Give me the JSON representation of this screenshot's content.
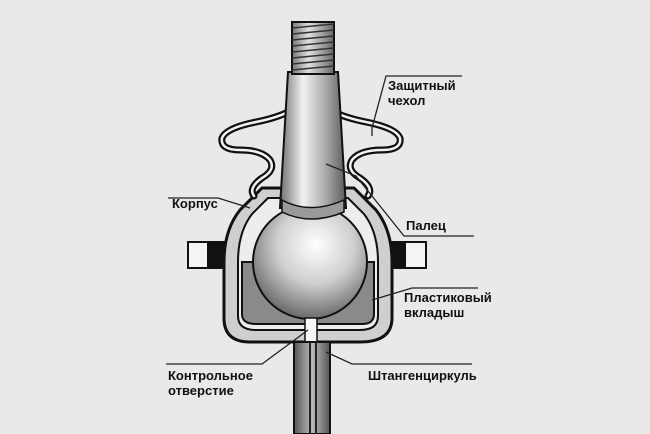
{
  "labels": {
    "boot_line1": "Защитный",
    "boot_line2": "чехол",
    "housing": "Корпус",
    "pin": "Палец",
    "liner_line1": "Пластиковый",
    "liner_line2": "вкладыш",
    "control_hole_line1": "Контрольное",
    "control_hole_line2": "отверстие",
    "caliper": "Штангенциркуль"
  },
  "colors": {
    "background": "#e9e9e9",
    "outline": "#111111",
    "housing_fill": "#cfcfcf",
    "liner_fill": "#8a8a8a",
    "leader_line": "#222222"
  }
}
